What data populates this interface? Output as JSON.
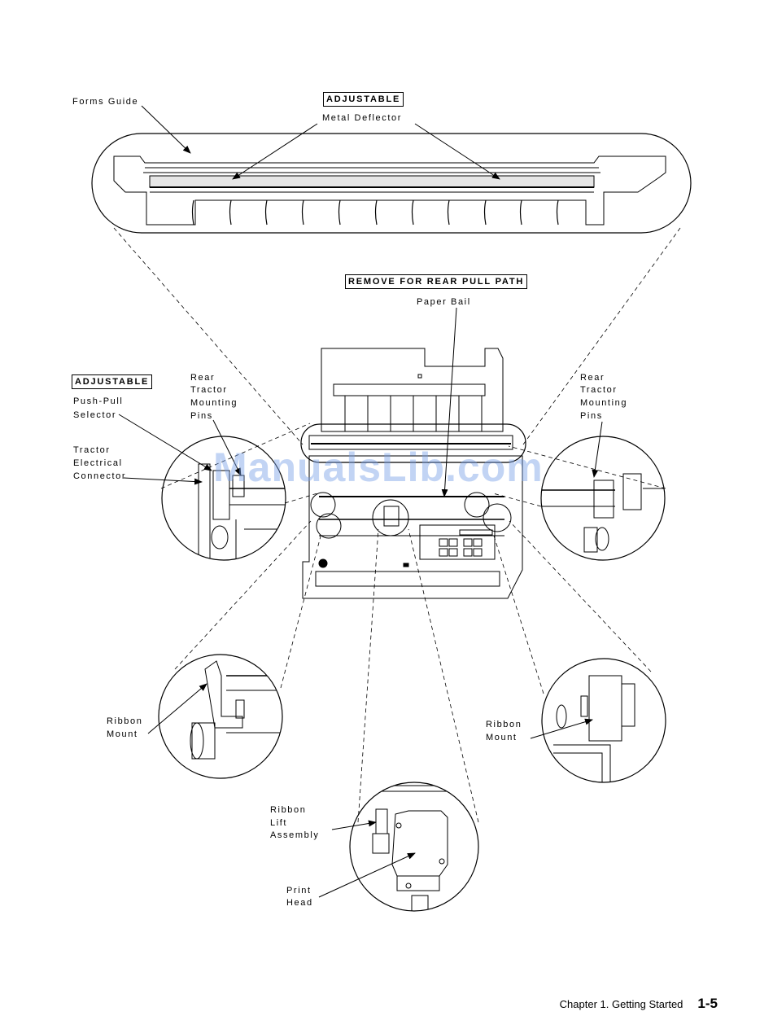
{
  "badges": {
    "top": "ADJUSTABLE",
    "middle": "REMOVE FOR REAR PULL PATH",
    "left": "ADJUSTABLE"
  },
  "labels": {
    "forms_guide": "Forms Guide",
    "metal_deflector": "Metal Deflector",
    "paper_bail": "Paper Bail",
    "push_pull": [
      "Push-Pull",
      "Selector"
    ],
    "tractor_connector": [
      "Tractor",
      "Electrical",
      "Connector"
    ],
    "rear_tractor_left": [
      "Rear",
      "Tractor",
      "Mounting",
      "Pins"
    ],
    "rear_tractor_right": [
      "Rear",
      "Tractor",
      "Mounting",
      "Pins"
    ],
    "ribbon_mount_left": [
      "Ribbon",
      "Mount"
    ],
    "ribbon_mount_right": [
      "Ribbon",
      "Mount"
    ],
    "ribbon_lift": [
      "Ribbon",
      "Lift",
      "Assembly"
    ],
    "print_head": [
      "Print",
      "Head"
    ]
  },
  "watermark": "ManualsLib.com",
  "footer": {
    "chapter": "Chapter 1.  Getting Started",
    "page": "1-5"
  }
}
